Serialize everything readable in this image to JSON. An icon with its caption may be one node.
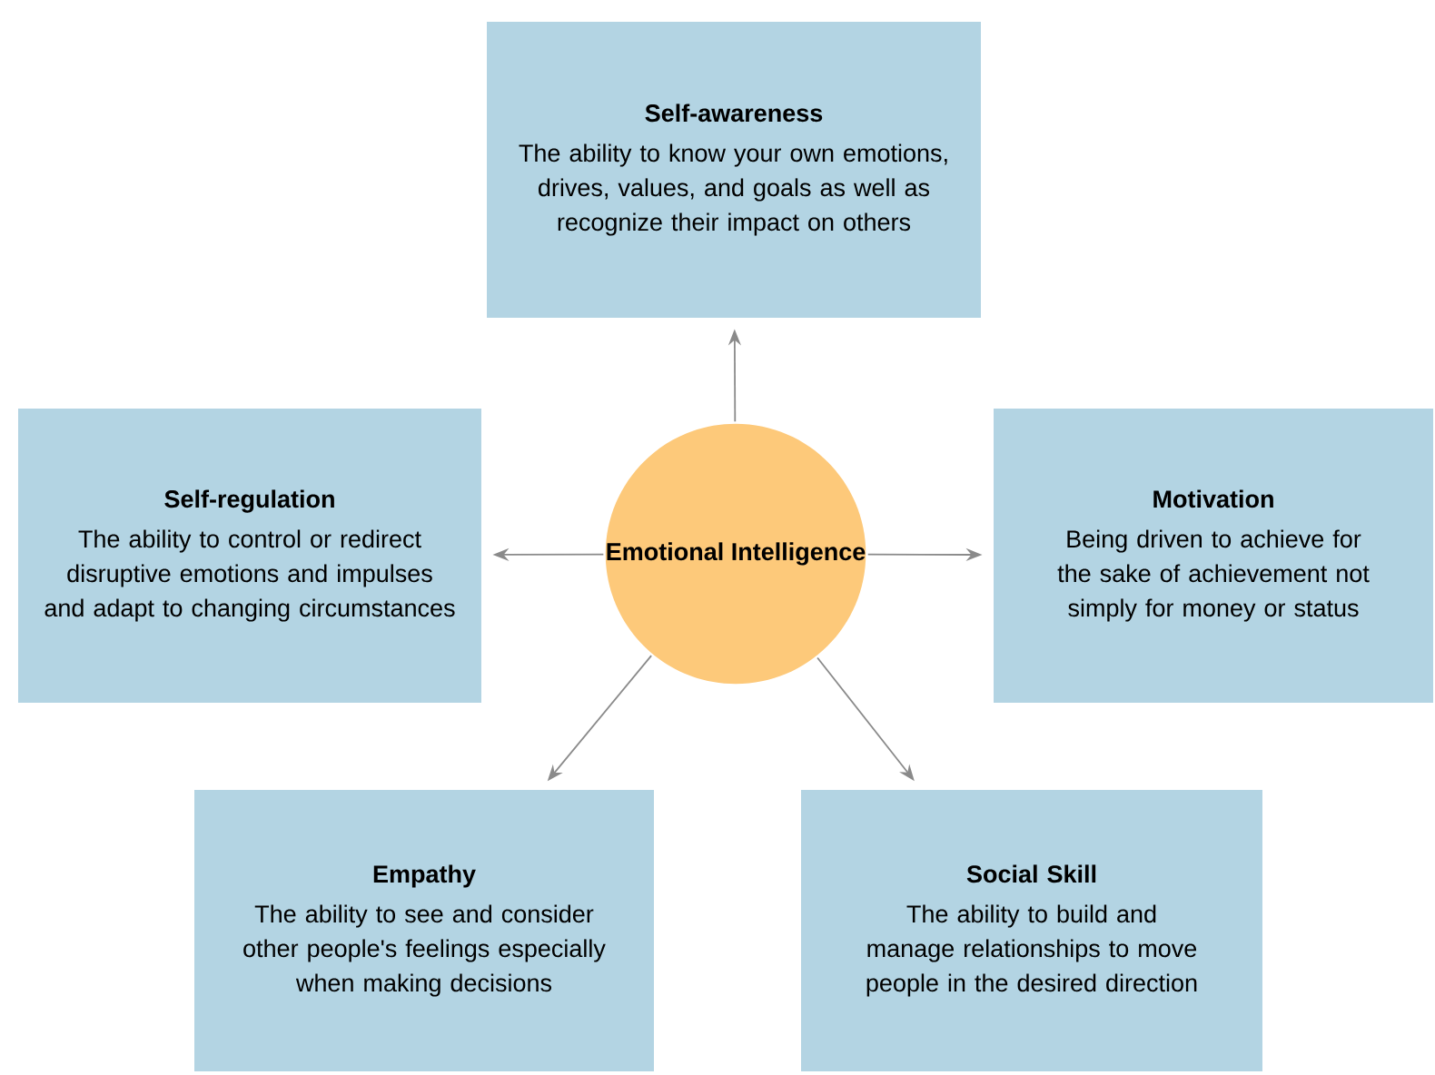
{
  "diagram": {
    "nodes": [
      {
        "text": [
          "Self-awareness",
          "The ability to know your own emotions, drives, values, and goals as well as recognize their impact on others"
        ]
      },
      {
        "text": [
          "Self-regulation",
          "The ability to control or redirect disruptive emotions and impulses and adapt to changing circumstances"
        ]
      },
      {
        "text": [
          "Emotional Intelligence"
        ]
      },
      {
        "text": [
          "Motivation",
          "Being driven to achieve for the sake of achievement not simply for money or status"
        ]
      },
      {
        "text": [
          "Empathy",
          "The ability to see and consider other people's feelings especially when making decisions"
        ]
      },
      {
        "text": [
          "Social Skill",
          "The ability to build and manage relationships to move people in the desired direction"
        ]
      }
    ],
    "edges": [
      {
        "from": 2,
        "to": 0,
        "arrow": "to"
      },
      {
        "from": 2,
        "to": 1,
        "arrow": "to"
      },
      {
        "from": 2,
        "to": 3,
        "arrow": "to"
      },
      {
        "from": 2,
        "to": 4,
        "arrow": "to"
      },
      {
        "from": 2,
        "to": 5,
        "arrow": "to"
      }
    ]
  }
}
